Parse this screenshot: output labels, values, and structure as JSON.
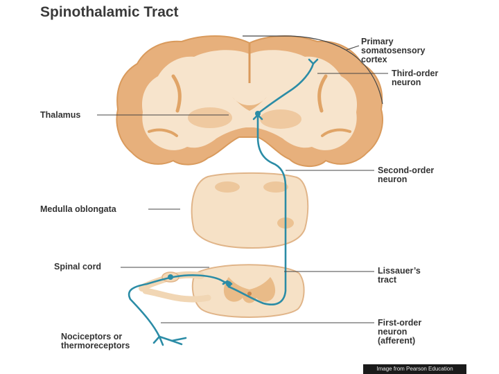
{
  "title": "Spinothalamic Tract",
  "labels": {
    "cortex": "Primary\nsomatosensory\ncortex",
    "third_order": "Third-order\nneuron",
    "thalamus": "Thalamus",
    "second_order": "Second-order\nneuron",
    "medulla": "Medulla oblongata",
    "spinal_cord": "Spinal cord",
    "lissauer": "Lissauer’s\ntract",
    "receptors": "Nociceptors or\nthermoreceptors",
    "first_order": "First-order\nneuron\n(afferent)"
  },
  "credit": "Image from Pearson Education",
  "colors": {
    "tissue_fill": "#f6e1c6",
    "tissue_edge": "#e0a467",
    "gray_matter": "#e9bb88",
    "neuron": "#2b8ca6",
    "leader": "#444444"
  }
}
